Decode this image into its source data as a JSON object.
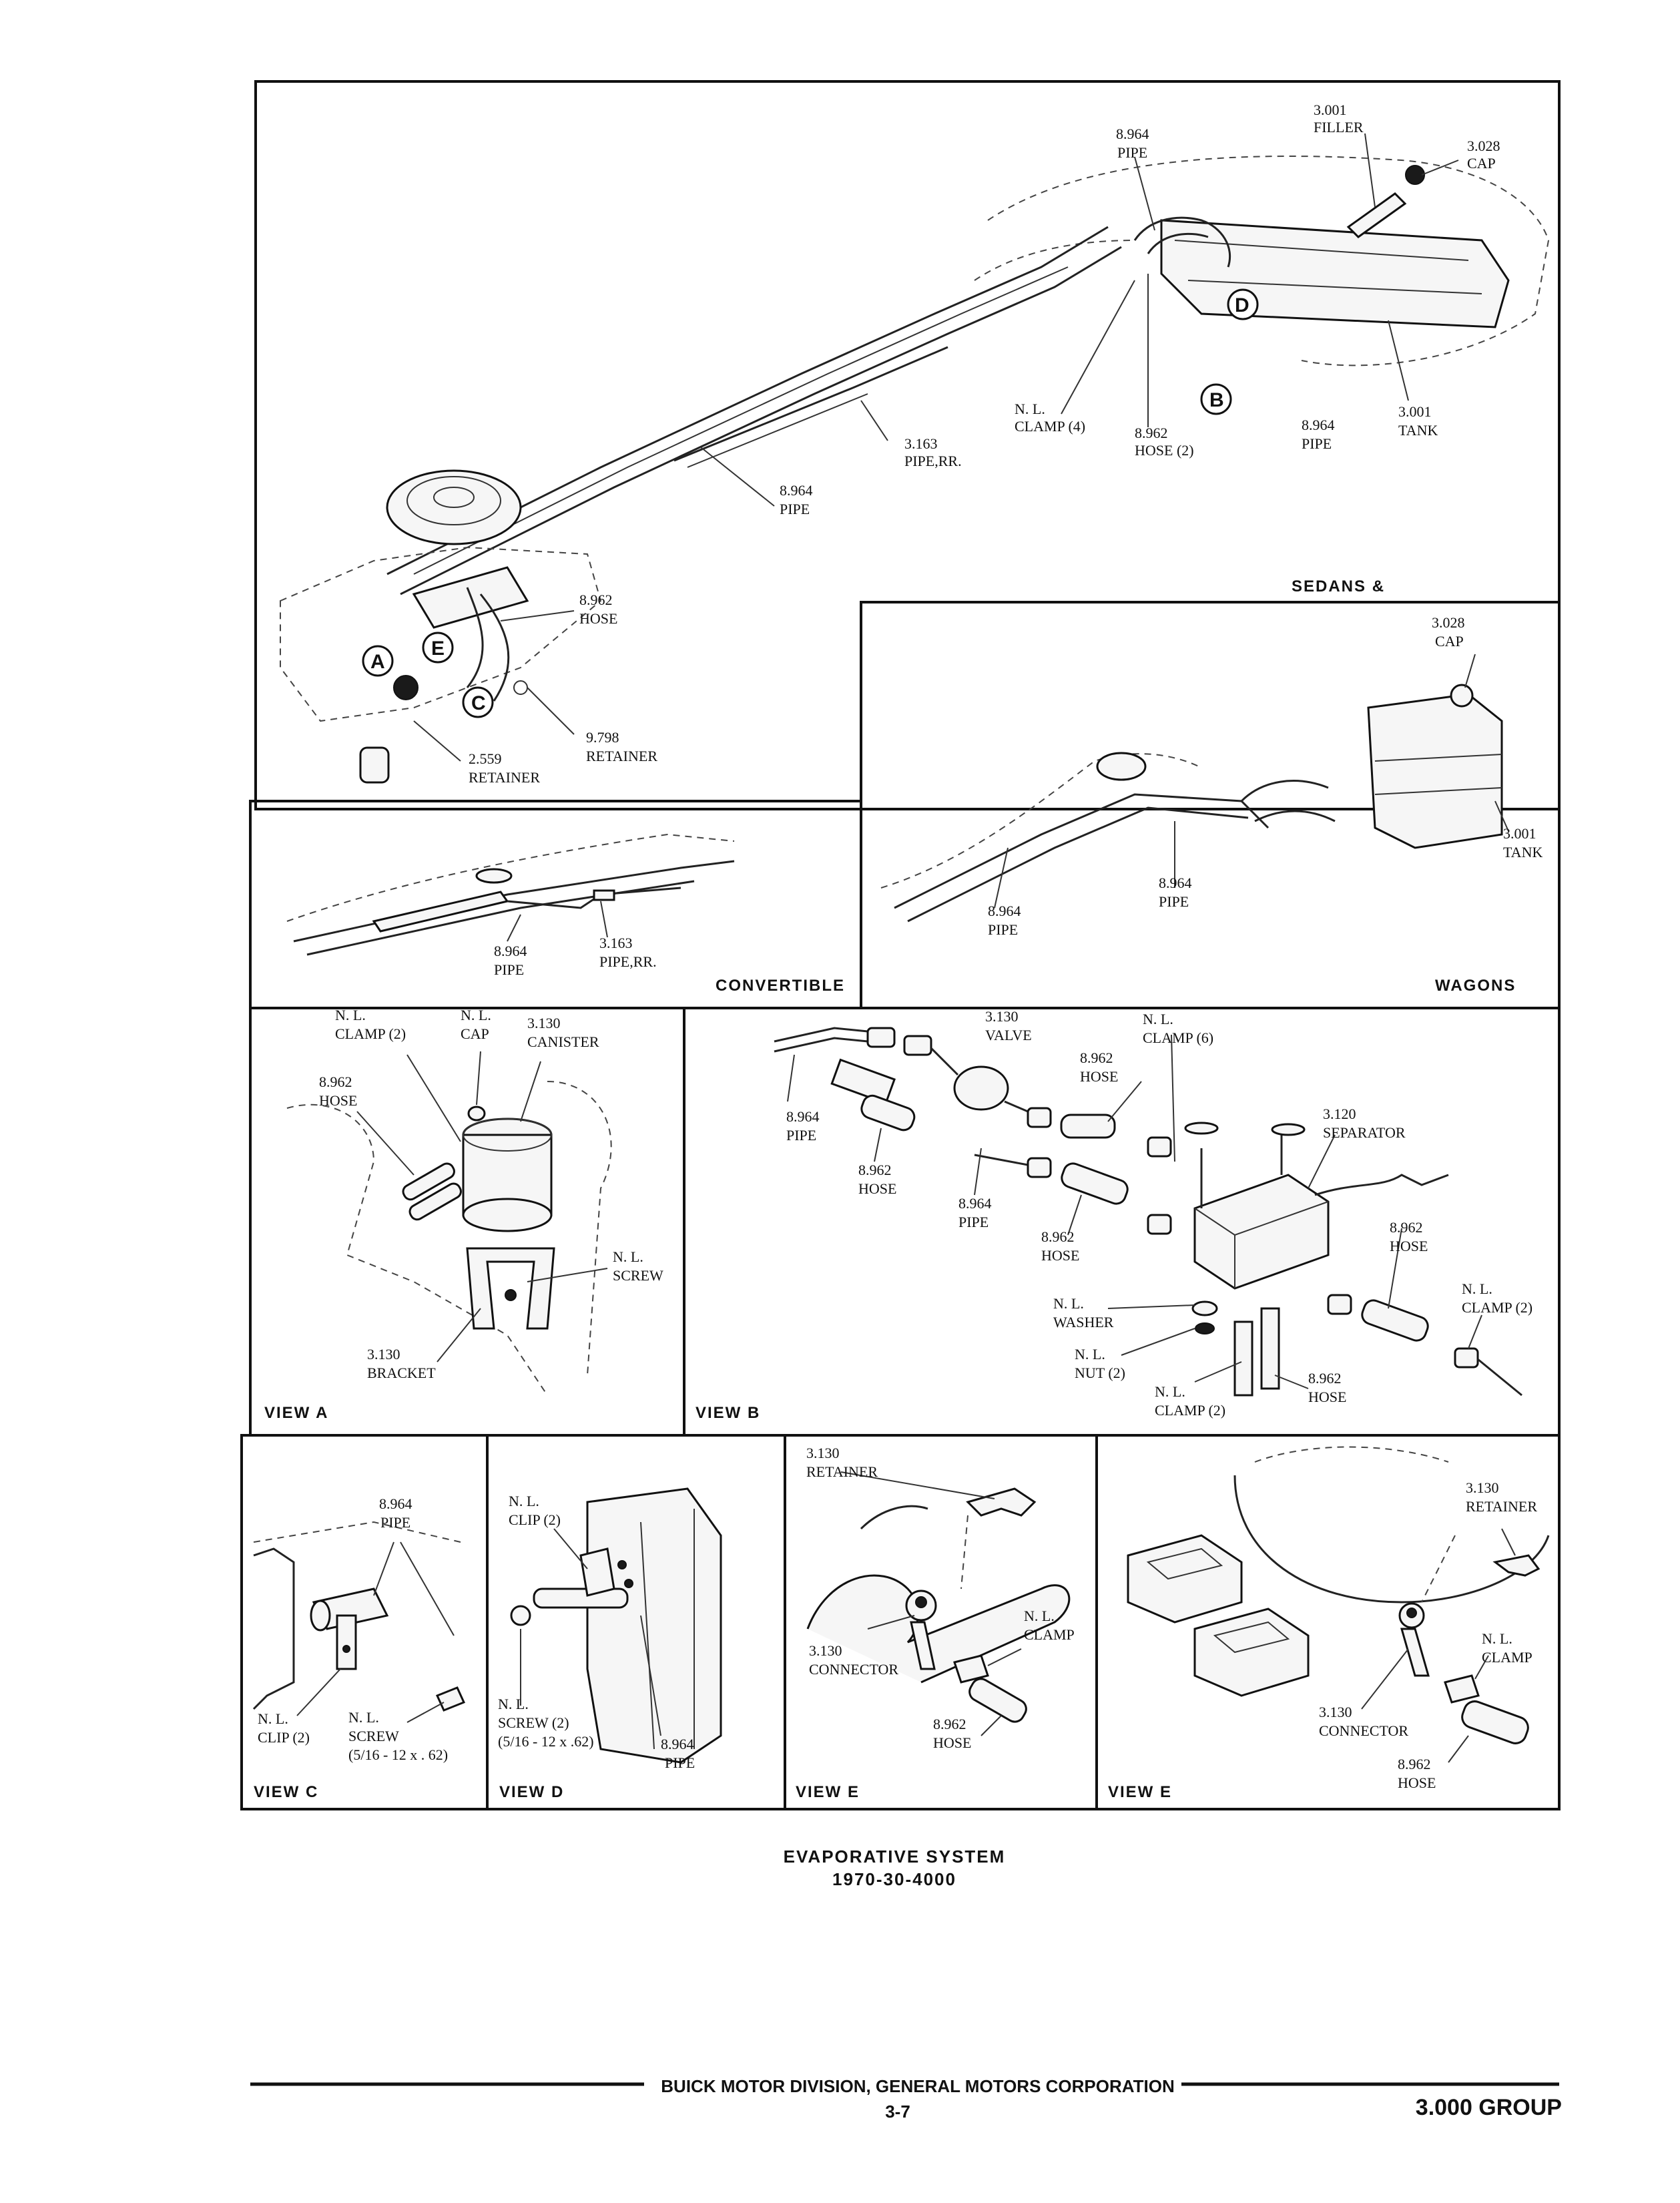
{
  "main_panel": {
    "labels": {
      "filler_num": "3.001",
      "filler": "FILLER",
      "cap_num": "3.028",
      "cap": "CAP",
      "pipe_top_num": "8.964",
      "pipe_top": "PIPE",
      "clamp_nl": "N. L.",
      "clamp": "CLAMP (4)",
      "hose_num": "8.962",
      "hose": "HOSE (2)",
      "pipe_mid_num": "8.964",
      "pipe_mid": "PIPE",
      "tank_num": "3.001",
      "tank": "TANK",
      "pipe_rr_num": "3.163",
      "pipe_rr": "PIPE,RR.",
      "pipe_long_num": "8.964",
      "pipe_long": "PIPE",
      "hose_eng_num": "8.962",
      "hose_eng": "HOSE",
      "retainer1_num": "9.798",
      "retainer1": "RETAINER",
      "retainer2_num": "2.559",
      "retainer2": "RETAINER"
    },
    "title": "SEDANS &"
  },
  "wagons_panel": {
    "labels": {
      "cap_num": "3.028",
      "cap": "CAP",
      "tank_num": "3.001",
      "tank": "TANK",
      "pipe1_num": "8.964",
      "pipe1": "PIPE",
      "pipe2_num": "8.964",
      "pipe2": "PIPE"
    },
    "title": "WAGONS"
  },
  "convertible_panel": {
    "labels": {
      "pipe_num": "8.964",
      "pipe": "PIPE",
      "pipe_rr_num": "3.163",
      "pipe_rr": "PIPE,RR."
    },
    "title": "CONVERTIBLE"
  },
  "view_a": {
    "labels": {
      "clamp_nl": "N. L.",
      "clamp": "CLAMP (2)",
      "cap_nl": "N. L.",
      "cap": "CAP",
      "canister_num": "3.130",
      "canister": "CANISTER",
      "hose_num": "8.962",
      "hose": "HOSE",
      "screw_nl": "N. L.",
      "screw": "SCREW",
      "bracket_num": "3.130",
      "bracket": "BRACKET"
    },
    "title": "VIEW A"
  },
  "view_b": {
    "labels": {
      "valve_num": "3.130",
      "valve": "VALVE",
      "clamp6_nl": "N. L.",
      "clamp6": "CLAMP (6)",
      "hose_a_num": "8.962",
      "hose_a": "HOSE",
      "separator_num": "3.120",
      "separator": "SEPARATOR",
      "pipe_a_num": "8.964",
      "pipe_a": "PIPE",
      "hose_b_num": "8.962",
      "hose_b": "HOSE",
      "pipe_b_num": "8.964",
      "pipe_b": "PIPE",
      "hose_c_num": "8.962",
      "hose_c": "HOSE",
      "hose_d_num": "8.962",
      "hose_d": "HOSE",
      "washer_nl": "N. L.",
      "washer": "WASHER",
      "clamp2r_nl": "N. L.",
      "clamp2r": "CLAMP (2)",
      "nut_nl": "N. L.",
      "nut": "NUT (2)",
      "hose_e_num": "8.962",
      "hose_e": "HOSE",
      "clamp2b_nl": "N. L.",
      "clamp2b": "CLAMP (2)"
    },
    "title": "VIEW B"
  },
  "view_c": {
    "labels": {
      "pipe_num": "8.964",
      "pipe": "PIPE",
      "clip_nl": "N. L.",
      "clip": "CLIP (2)",
      "screw_nl": "N. L.",
      "screw": "SCREW",
      "screw_size": "(5/16 - 12 x . 62)"
    },
    "title": "VIEW C"
  },
  "view_d": {
    "labels": {
      "clip_nl": "N. L.",
      "clip": "CLIP (2)",
      "screw_nl": "N. L.",
      "screw": "SCREW (2)",
      "screw_size": "(5/16 - 12 x .62)",
      "pipe_num": "8.964",
      "pipe": "PIPE"
    },
    "title": "VIEW D"
  },
  "view_e1": {
    "labels": {
      "retainer_num": "3.130",
      "retainer": "RETAINER",
      "clamp_nl": "N. L.",
      "clamp": "CLAMP",
      "connector_num": "3.130",
      "connector": "CONNECTOR",
      "hose_num": "8.962",
      "hose": "HOSE"
    },
    "title": "VIEW E"
  },
  "view_e2": {
    "labels": {
      "retainer_num": "3.130",
      "retainer": "RETAINER",
      "clamp_nl": "N. L.",
      "clamp": "CLAMP",
      "connector_num": "3.130",
      "connector": "CONNECTOR",
      "hose_num": "8.962",
      "hose": "HOSE"
    },
    "title": "VIEW E"
  },
  "callouts": [
    "A",
    "B",
    "C",
    "D",
    "E"
  ],
  "caption": {
    "line1": "EVAPORATIVE SYSTEM",
    "line2": "1970-30-4000"
  },
  "footer": {
    "company": "BUICK MOTOR DIVISION, GENERAL MOTORS CORPORATION",
    "page": "3-7",
    "group": "3.000 GROUP"
  }
}
